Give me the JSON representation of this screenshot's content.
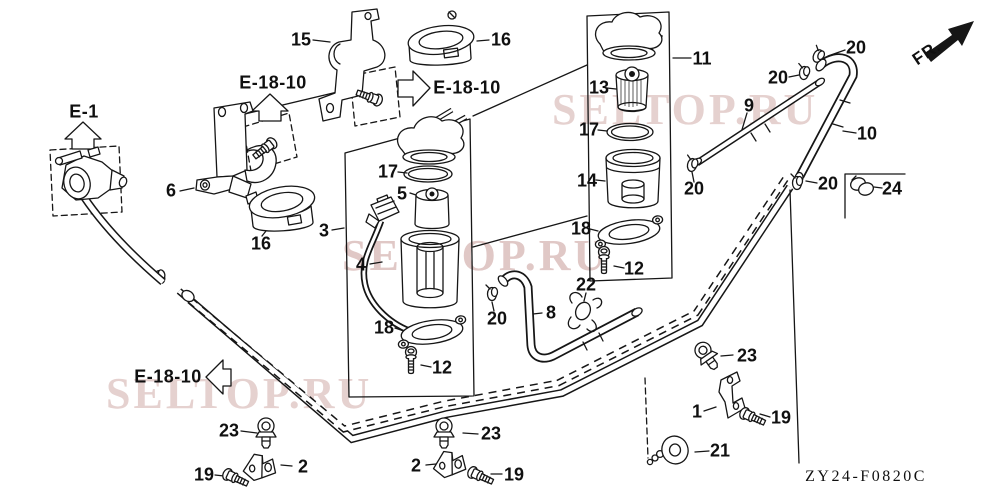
{
  "watermark": "SELTOP.RU",
  "drawing_code": "ZY24-F0820C",
  "orientation": {
    "front_label": "FR."
  },
  "references": {
    "e1": "E-1",
    "e18_10": "E-18-10"
  },
  "parts": {
    "p1": "1",
    "p2": "2",
    "p3": "3",
    "p4": "4",
    "p5": "5",
    "p6": "6",
    "p8": "8",
    "p9": "9",
    "p10": "10",
    "p11": "11",
    "p12": "12",
    "p13": "13",
    "p14": "14",
    "p15": "15",
    "p16": "16",
    "p17": "17",
    "p18": "18",
    "p19": "19",
    "p20": "20",
    "p21": "21",
    "p22": "22",
    "p23": "23",
    "p24": "24"
  }
}
